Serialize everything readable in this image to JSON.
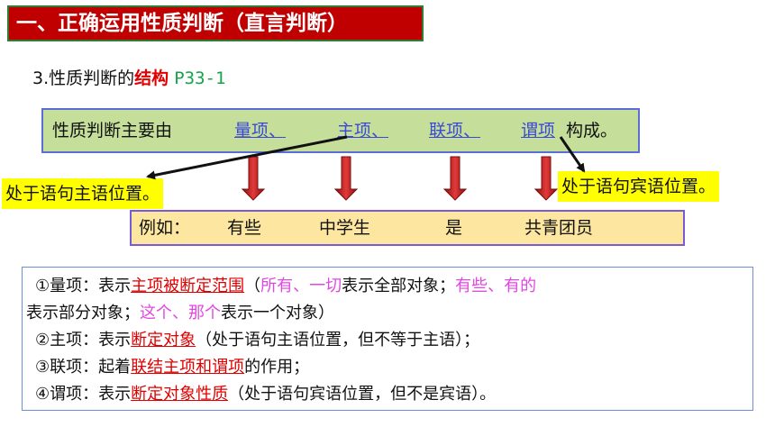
{
  "title": "一、正确运用性质判断（直言判断）",
  "subtitle": {
    "prefix": "3.性质判断的",
    "highlight": "结构",
    "ref": "P33-1"
  },
  "structure": {
    "intro": "性质判断主要由",
    "terms": [
      "量项、",
      "主项、",
      "联项、",
      "谓项"
    ],
    "outro": "构成。"
  },
  "labels": {
    "subject_position": "处于语句主语位置。",
    "object_position": "处于语句宾语位置。"
  },
  "example": {
    "prefix": "例如：",
    "words": [
      "有些",
      "中学生",
      "是",
      "共青团员"
    ]
  },
  "explanations": {
    "line1": {
      "a": "①量项：表示",
      "b": "主项被断定范围",
      "c": "（",
      "d": "所有、一切",
      "e": "表示全部对象；",
      "f": "有些、有的"
    },
    "line2": {
      "a": "表示部分对象；",
      "b": "这个、那个",
      "c": "表示一个对象）"
    },
    "line3": {
      "a": "②主项：表示",
      "b": "断定对象",
      "c": "（处于语句主语位置，但不等于主语）；"
    },
    "line4": {
      "a": "③联项：起着",
      "b": "联结主项和谓项",
      "c": "的作用；"
    },
    "line5": {
      "a": "④谓项：表示",
      "b": "断定对象性质",
      "c": "（处于语句宾语位置，但不是宾语）。"
    }
  },
  "colors": {
    "banner_red": "#c00000",
    "term_blue": "#3b49d6",
    "highlight_red": "#e00000",
    "pink": "#e048e0",
    "arrow_red": "#cc1a1a"
  }
}
